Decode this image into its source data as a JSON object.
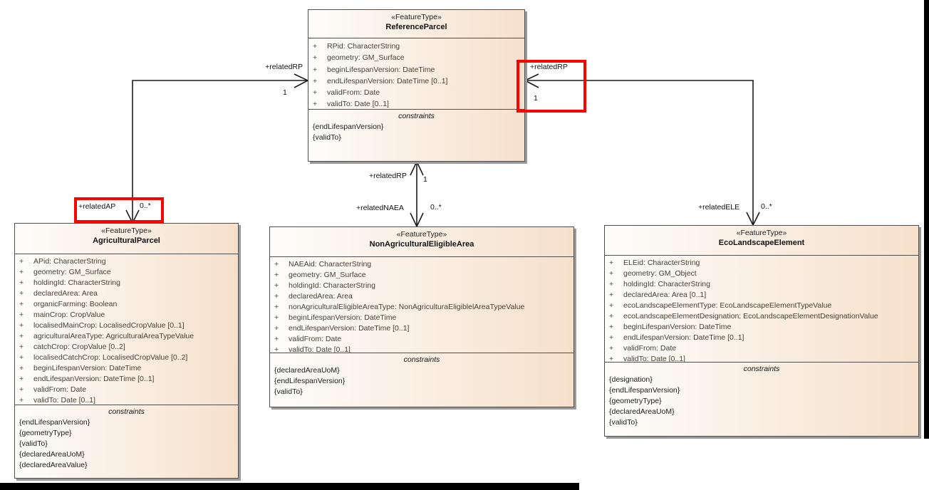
{
  "diagram": {
    "visibility": "+"
  },
  "classes": {
    "referenceParcel": {
      "stereotype": "«FeatureType»",
      "name": "ReferenceParcel",
      "attributes": [
        "RPid: CharacterString",
        "geometry: GM_Surface",
        "beginLifespanVersion: DateTime",
        "endLifespanVersion: DateTime [0..1]",
        "validFrom: Date",
        "validTo: Date [0..1]"
      ],
      "constraints_label": "constraints",
      "constraints": [
        "{endLifespanVersion}",
        "{validTo}"
      ]
    },
    "agriculturalParcel": {
      "stereotype": "«FeatureType»",
      "name": "AgriculturalParcel",
      "attributes": [
        "APid: CharacterString",
        "geometry: GM_Surface",
        "holdingId: CharacterString",
        "declaredArea: Area",
        "organicFarming: Boolean",
        "mainCrop: CropValue",
        "localisedMainCrop: LocalisedCropValue [0..1]",
        "agriculturalAreaType: AgriculturalAreaTypeValue",
        "catchCrop: CropValue [0..2]",
        "localisedCatchCrop: LocalisedCropValue [0..2]",
        "beginLifespanVersion: DateTime",
        "endLifespanVersion: DateTime [0..1]",
        "validFrom: Date",
        "validTo: Date [0..1]"
      ],
      "constraints_label": "constraints",
      "constraints": [
        "{endLifespanVersion}",
        "{geometryType}",
        "{validTo}",
        "{declaredAreaUoM}",
        "{declaredAreaValue}"
      ]
    },
    "nonAgriculturalEligibleArea": {
      "stereotype": "«FeatureType»",
      "name": "NonAgriculturalEligibleArea",
      "attributes": [
        "NAEAid: CharacterString",
        "geometry: GM_Surface",
        "holdingId: CharacterString",
        "declaredArea: Area",
        "nonAgriculturalEligibleAreaType: NonAgriculturaEligiblelAreaTypeValue",
        "beginLifespanVersion: DateTime",
        "endLifespanVersion: DateTime [0..1]",
        "validFrom: Date",
        "validTo: Date [0..1]"
      ],
      "constraints_label": "constraints",
      "constraints": [
        "{declaredAreaUoM}",
        "{endLifespanVersion}",
        "{validTo}"
      ]
    },
    "ecoLandscapeElement": {
      "stereotype": "«FeatureType»",
      "name": "EcoLandscapeElement",
      "attributes": [
        "ELEid: CharacterString",
        "geometry: GM_Object",
        "holdingId: CharacterString",
        "declaredArea: Area [0..1]",
        "ecoLandscapeElementType: EcoLandscapeElementTypeValue",
        "ecoLandscapeElementDesignation: EcoLandscapeElementDesignationValue",
        "beginLifespanVersion: DateTime",
        "endLifespanVersion: DateTime [0..1]",
        "validFrom: Date",
        "validTo: Date [0..1]"
      ],
      "constraints_label": "constraints",
      "constraints": [
        "{designation}",
        "{endLifespanVersion}",
        "{geometryType}",
        "{declaredAreaUoM}",
        "{validTo}"
      ]
    }
  },
  "connectors": {
    "ap_rp": {
      "role_target": "+relatedRP",
      "mult_target": "1",
      "role_source": "+relatedAP",
      "mult_source": "0..*"
    },
    "rp_naea": {
      "role_target": "+relatedRP",
      "mult_target": "1",
      "role_source": "+relatedNAEA",
      "mult_source": "0..*"
    },
    "rp_ele": {
      "role_target": "+relatedRP",
      "mult_target": "1",
      "role_source": "+relatedELE",
      "mult_source": "0..*"
    }
  },
  "colors": {
    "highlight": "#ff0000",
    "bar": "#000000",
    "line": "#1a1a1a"
  }
}
